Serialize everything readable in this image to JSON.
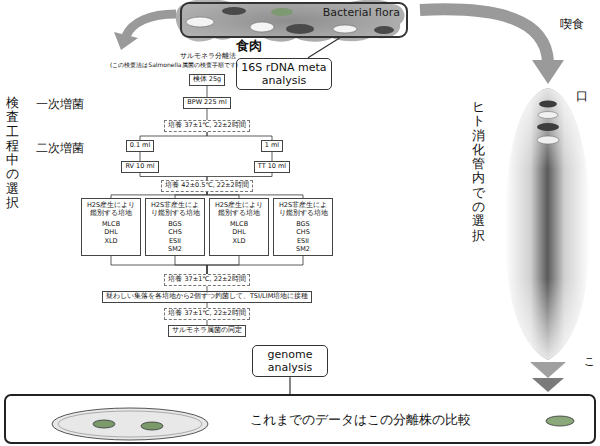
{
  "diagram": {
    "nodes": [
      {
        "text": [
          "Bacterial flora",
          "食肉"
        ]
      },
      {
        "text": [
          "16S rDNA meta analysis"
        ]
      },
      {
        "text": [
          "検体 25g"
        ]
      },
      {
        "text": [
          "BPW 225 ml"
        ]
      },
      {
        "text": [
          "培養 37±1℃, 22±2時間"
        ]
      },
      {
        "text": [
          "0.1 ml"
        ]
      },
      {
        "text": [
          "1 ml"
        ]
      },
      {
        "text": [
          "RV 10 ml"
        ]
      },
      {
        "text": [
          "TT 10 ml"
        ]
      },
      {
        "text": [
          "培養 42±0.5℃, 22±2時間"
        ]
      },
      {
        "text": [
          "H2S産生により鑑別する培地",
          "MLCB DHL XLD"
        ]
      },
      {
        "text": [
          "H2S非産生により鑑別する培地",
          "BGS CHS ESII SM2"
        ]
      },
      {
        "text": [
          "H2S産生により鑑別する培地",
          "MLCB DHL XLD"
        ]
      },
      {
        "text": [
          "H2S非産生により鑑別する培地",
          "BGS CHS ESII SM2"
        ]
      },
      {
        "text": [
          "培養 37±1℃, 22±2時間"
        ]
      },
      {
        "text": [
          "疑わしい集落を各培地から2個ずつ釣菌して、TSI/LIM培地に接種"
        ]
      },
      {
        "text": [
          "培養 37±1℃, 22±2時間"
        ]
      },
      {
        "text": [
          "サルモネラ属菌の同定"
        ]
      },
      {
        "text": [
          "genome analysis"
        ]
      },
      {
        "text": [
          "これまでのデータはこの分離株の比較"
        ]
      }
    ],
    "edges": [
      {
        "from": 1,
        "to": 0,
        "arrow": "none"
      },
      {
        "from": 2,
        "to": 3,
        "arrow": "none"
      },
      {
        "from": 3,
        "to": 4,
        "arrow": "none"
      },
      {
        "from": 4,
        "to": 5,
        "arrow": "none"
      },
      {
        "from": 4,
        "to": 6,
        "arrow": "none"
      },
      {
        "from": 5,
        "to": 7,
        "arrow": "none"
      },
      {
        "from": 6,
        "to": 8,
        "arrow": "none"
      },
      {
        "from": 7,
        "to": 9,
        "arrow": "none"
      },
      {
        "from": 8,
        "to": 9,
        "arrow": "none"
      },
      {
        "from": 9,
        "to": 10,
        "arrow": "none"
      },
      {
        "from": 9,
        "to": 11,
        "arrow": "none"
      },
      {
        "from": 9,
        "to": 12,
        "arrow": "none"
      },
      {
        "from": 9,
        "to": 13,
        "arrow": "none"
      },
      {
        "from": 10,
        "to": 14,
        "arrow": "none"
      },
      {
        "from": 11,
        "to": 14,
        "arrow": "none"
      },
      {
        "from": 12,
        "to": 14,
        "arrow": "none"
      },
      {
        "from": 13,
        "to": 14,
        "arrow": "none"
      },
      {
        "from": 14,
        "to": 15,
        "arrow": "none"
      },
      {
        "from": 15,
        "to": 16,
        "arrow": "none"
      },
      {
        "from": 16,
        "to": 17,
        "arrow": "none"
      },
      {
        "from": 18,
        "to": 19,
        "arrow": "none"
      }
    ],
    "labels": [
      "サルモネラ分離法",
      "(この検査法はSalmonella属菌の検査手順です)",
      "一次増菌",
      "二次増菌",
      "検査工程中の選択",
      "喫食",
      "口",
      "ヒト消化管内での選択",
      "こ"
    ]
  }
}
